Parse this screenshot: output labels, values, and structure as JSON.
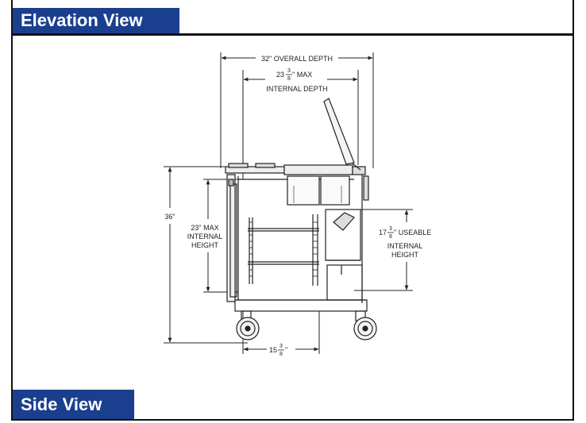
{
  "header": {
    "title": "Elevation View"
  },
  "footer": {
    "title": "Side View"
  },
  "dims": {
    "overall_depth": "32\" OVERALL DEPTH",
    "max_depth_whole": "23",
    "max_depth_num": "3",
    "max_depth_den": "8",
    "max_depth_suffix": "\" MAX",
    "internal_depth": "INTERNAL DEPTH",
    "total_height": "36\"",
    "max_height_1": "23\" MAX",
    "max_height_2": "INTERNAL",
    "max_height_3": "HEIGHT",
    "useable_whole": "17",
    "useable_num": "3",
    "useable_den": "8",
    "useable_suffix": "\" USEABLE",
    "useable_2": "INTERNAL",
    "useable_3": "HEIGHT",
    "bottom_whole": "15",
    "bottom_num": "3",
    "bottom_den": "8",
    "bottom_suffix": "\""
  },
  "colors": {
    "tab_bg": "#1b3f8f",
    "tab_text": "#ffffff",
    "line": "#222222"
  }
}
